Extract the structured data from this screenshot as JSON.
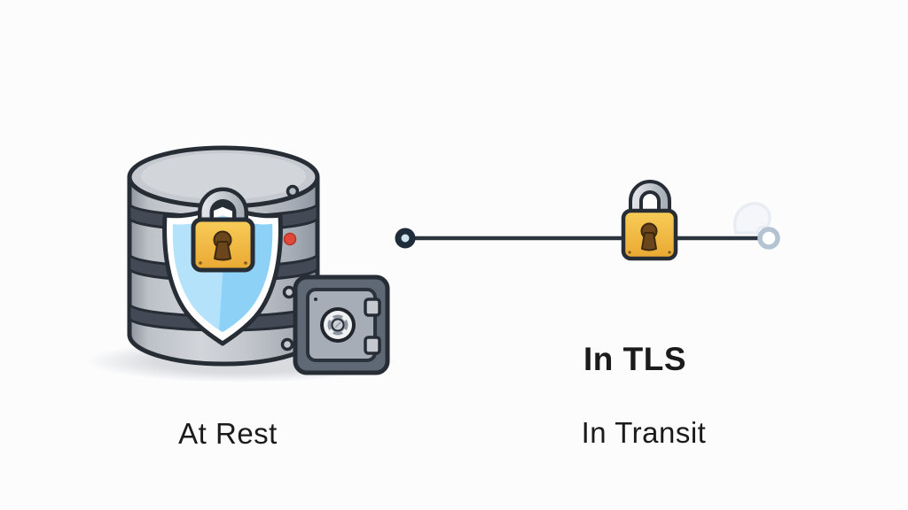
{
  "left_section": {
    "caption": "At Rest",
    "icons": [
      "database-icon",
      "shield-icon",
      "padlock-icon",
      "safe-icon"
    ]
  },
  "right_section": {
    "caption": "In Transit",
    "connection_label": "In TLS",
    "icons": [
      "transit-line-icon",
      "padlock-icon",
      "ghost-lock-sketch-icon"
    ]
  },
  "colors": {
    "background": "#fcfcfd",
    "text": "#1b1b1b",
    "outline": "#262d35",
    "database_gray": "#c6cad0",
    "database_band": "#434a55",
    "shield_blue_light": "#b5e2fb",
    "shield_blue_dark": "#8ed1f7",
    "lock_yellow": "#f2b63e",
    "lock_keyhole_brown": "#6b451c",
    "shackle_gray": "#c9ced4",
    "safe_body": "#5f6875",
    "safe_door": "#a7adb6",
    "alert_red": "#e1473b",
    "line_dark": "#2a3540",
    "endpoint_light": "#b4c3d2",
    "shadow_gray": "#dfe1e4",
    "ghost_stroke": "#d9e2ec"
  }
}
